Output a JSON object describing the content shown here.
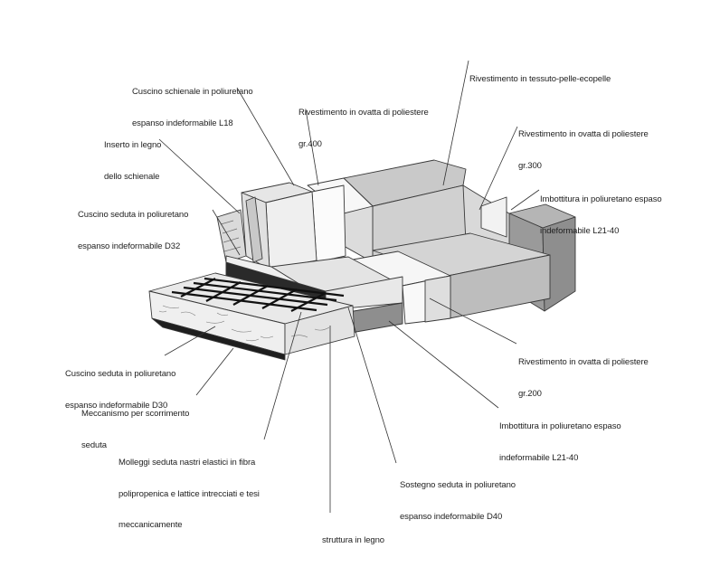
{
  "labels": {
    "cuscino_schienale": [
      "Cuscino schienale in poliuretano",
      "espanso indeformabile L18"
    ],
    "inserto_legno": [
      "Inserto in legno",
      "dello schienale"
    ],
    "cuscino_seduta_d32": [
      "Cuscino seduta in poliuretano",
      "espanso indeformabile D32"
    ],
    "rivestimento_ovatta_400": [
      "Rivestimento in ovatta di poliestere",
      "gr.400"
    ],
    "rivestimento_tessuto": [
      "Rivestimento in tessuto-pelle-ecopelle"
    ],
    "rivestimento_ovatta_300": [
      "Rivestimento in ovatta di poliestere",
      "gr.300"
    ],
    "imbottitura_l21_top": [
      "Imbottitura in poliuretano espaso",
      "indeformabile L21-40"
    ],
    "rivestimento_ovatta_200": [
      "Rivestimento in ovatta di poliestere",
      "gr.200"
    ],
    "imbottitura_l21_bottom": [
      "Imbottitura in poliuretano espaso",
      "indeformabile L21-40"
    ],
    "cuscino_seduta_d30": [
      "Cuscino seduta in poliuretano",
      "espanso indeformabile D30"
    ],
    "meccanismo": [
      "Meccanismo per scorrimento",
      "seduta"
    ],
    "molleggi": [
      "Molleggi seduta nastri elastici in fibra",
      "polipropenica e lattice intrecciati e tesi",
      "meccanicamente"
    ],
    "sostegno": [
      "Sostegno seduta in poliuretano",
      "espanso indeformabile D40"
    ],
    "struttura": [
      "struttura in legno"
    ]
  }
}
